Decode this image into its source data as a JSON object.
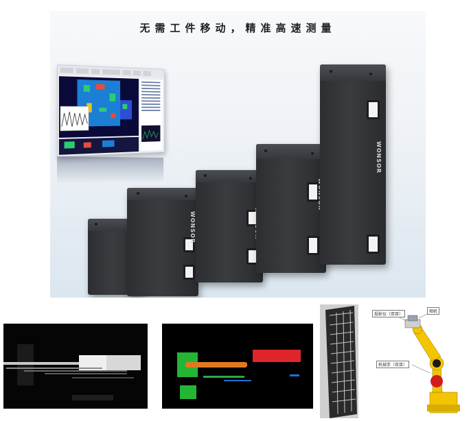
{
  "hero": {
    "title": "无需工件移动，精准高速测量",
    "brand": "WONSOR"
  },
  "robot_diagram": {
    "labels": [
      "投影仪（双目）",
      "相机",
      "机械手（双目）"
    ]
  },
  "colors": {
    "sensor_body": "#2f3134",
    "window": "#f3f3f3",
    "panel_bg": "#eef2f6",
    "robot_yellow": "#f2c500",
    "robot_red": "#d21c1c"
  }
}
